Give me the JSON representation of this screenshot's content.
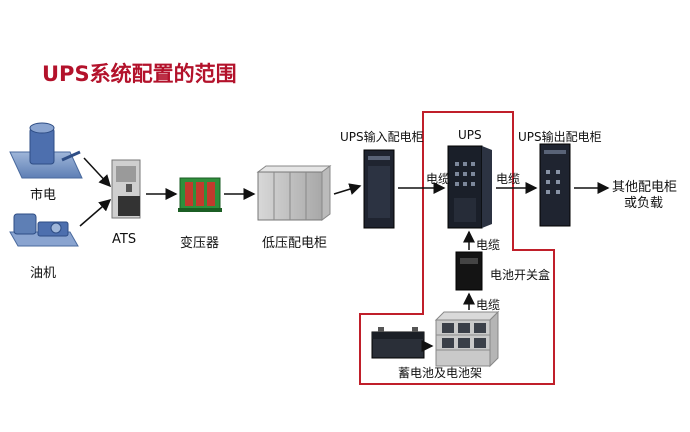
{
  "title": "UPS系统配置的范围",
  "nodes": {
    "mains": "市电",
    "generator": "油机",
    "ats": "ATS",
    "transformer": "变压器",
    "lv_cabinet": "低压配电柜",
    "ups_input": "UPS输入配电柜",
    "ups": "UPS",
    "ups_output": "UPS输出配电柜",
    "other_load_line1": "其他配电柜",
    "other_load_line2": "或负载",
    "battery_switch_box": "电池开关盒",
    "battery_rack": "蓄电池及电池架"
  },
  "cables": {
    "input_to_ups": "电缆",
    "ups_to_output": "电缆",
    "ups_to_switch": "电缆",
    "switch_to_battery": "电缆"
  },
  "colors": {
    "title": "#b3122b",
    "scope_border": "#c01f2a",
    "arrow": "#111111"
  }
}
